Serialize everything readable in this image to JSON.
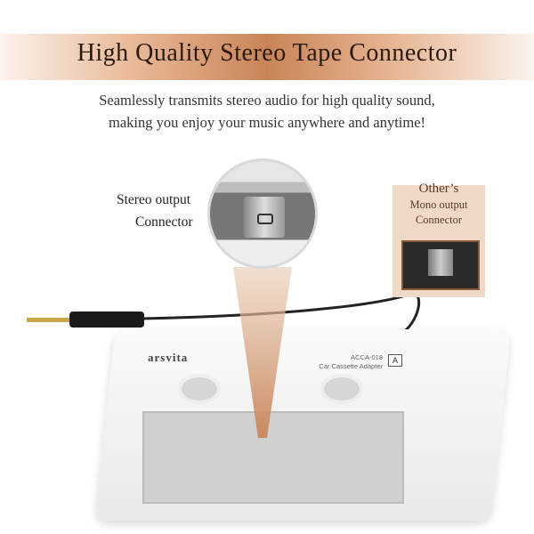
{
  "banner": {
    "title": "High Quality Stereo Tape Connector"
  },
  "subtitle": {
    "line1": "Seamlessly transmits stereo audio for high quality sound,",
    "line2": "making you enjoy your music anywhere and anytime!"
  },
  "callout": {
    "line1": "Stereo output",
    "line2": "Connector"
  },
  "other": {
    "line1": "Other’s",
    "line2": "Mono output",
    "line3": "Connector"
  },
  "cassette": {
    "brand": "arsvita",
    "model": "ACCA-018",
    "description": "Car Cassette Adapter",
    "side": "A"
  },
  "colors": {
    "accent": "#c98458",
    "other_bg": "#f1d9c9"
  }
}
